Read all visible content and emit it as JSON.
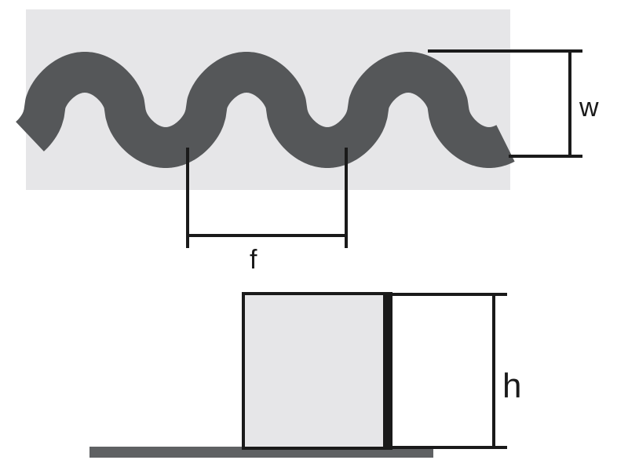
{
  "colors": {
    "panel_fill": "#e6e6e8",
    "wave_fill": "#555759",
    "dimension_line": "#1a1a1a",
    "base_plate": "#5f6163",
    "background": "#ffffff"
  },
  "labels": {
    "width": "w",
    "period": "f",
    "height": "h"
  },
  "icons": {
    "wave": "serpentine-wave-shape",
    "side_view": "side-profile-rectangle"
  }
}
